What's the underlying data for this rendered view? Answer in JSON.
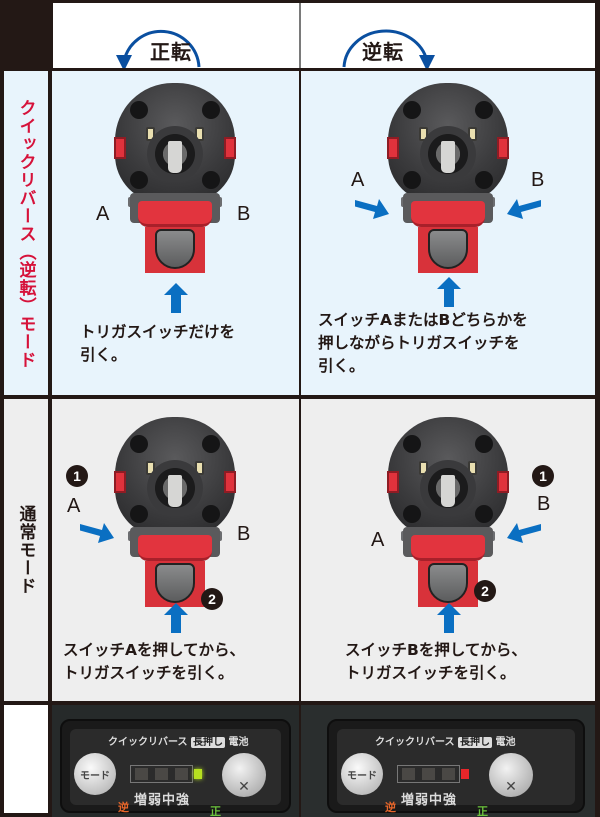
{
  "header": {
    "forward": {
      "label": "正転",
      "rotation": "counterclockwise"
    },
    "reverse": {
      "label": "逆転",
      "rotation": "clockwise"
    }
  },
  "rows": {
    "quick_reverse": {
      "label": "クイックリバース（逆転）モード",
      "color": "#d6123a",
      "forward": {
        "labels": [
          "A",
          "B"
        ],
        "instruction": [
          "トリガスイッチだけを",
          "引く。"
        ]
      },
      "reverse": {
        "labels": [
          "A",
          "B"
        ],
        "instruction": [
          "スイッチAまたはBどちらかを",
          "押しながらトリガスイッチを",
          "引く。"
        ]
      }
    },
    "normal": {
      "label": "通常モード",
      "forward": {
        "labels": [
          "A",
          "B"
        ],
        "steps": [
          "1",
          "2"
        ],
        "instruction": [
          "スイッチAを押してから、",
          "トリガスイッチを引く。"
        ]
      },
      "reverse": {
        "labels": [
          "A",
          "B"
        ],
        "steps": [
          "1",
          "2"
        ],
        "instruction": [
          "スイッチBを押してから、",
          "トリガスイッチを引く。"
        ]
      }
    }
  },
  "panel": {
    "title": "クイックリバース",
    "long_press": "長押し",
    "battery": "電池",
    "mode_button": "モード",
    "levels": "増弱中強",
    "reverse_mark": "逆",
    "forward_mark": "正",
    "dir_button_mark": "✕",
    "forward_indicator_color": "#b6e020",
    "reverse_indicator_color": "#e8262a"
  },
  "colors": {
    "frame": "#231815",
    "quick_bg": "#e8f4fc",
    "normal_bg": "#eeeeee",
    "arrow_blue": "#0a6fc2",
    "arc_blue": "#0a4fa0"
  }
}
